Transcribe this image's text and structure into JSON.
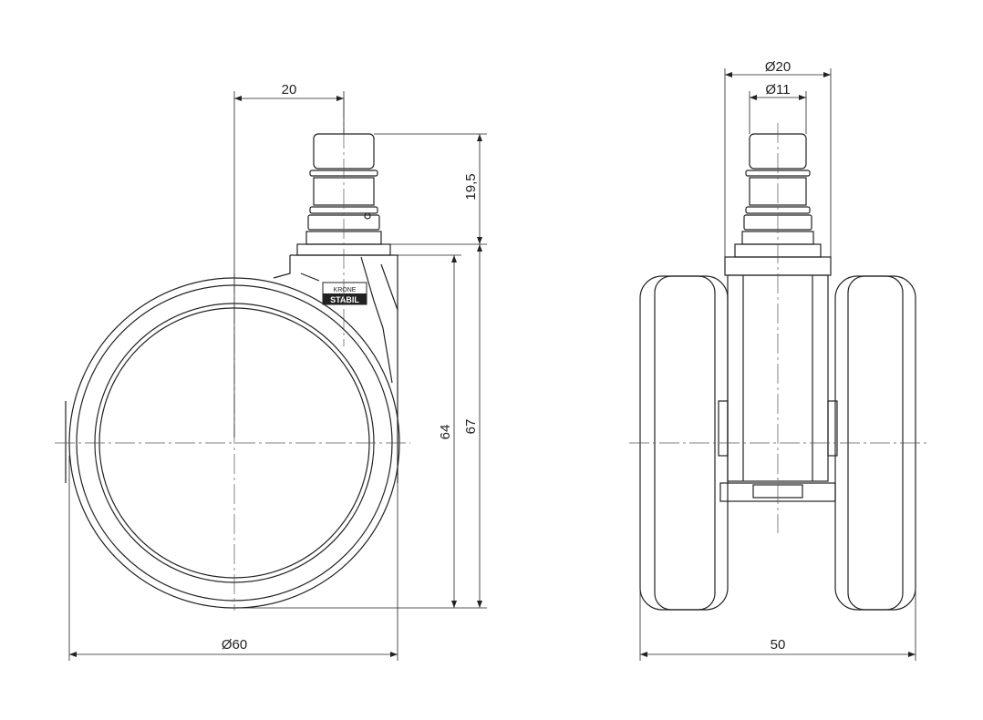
{
  "dimensions": {
    "side_view": {
      "stem_offset": "20",
      "stem_height": "19,5",
      "height_wheel": "64",
      "height_total": "67",
      "wheel_diameter": "Ø60"
    },
    "front_view": {
      "collar_diameter": "Ø20",
      "stem_diameter": "Ø11",
      "overall_width": "50"
    }
  },
  "logo": {
    "top_text": "KRONE",
    "brand_text": "STABIL"
  }
}
